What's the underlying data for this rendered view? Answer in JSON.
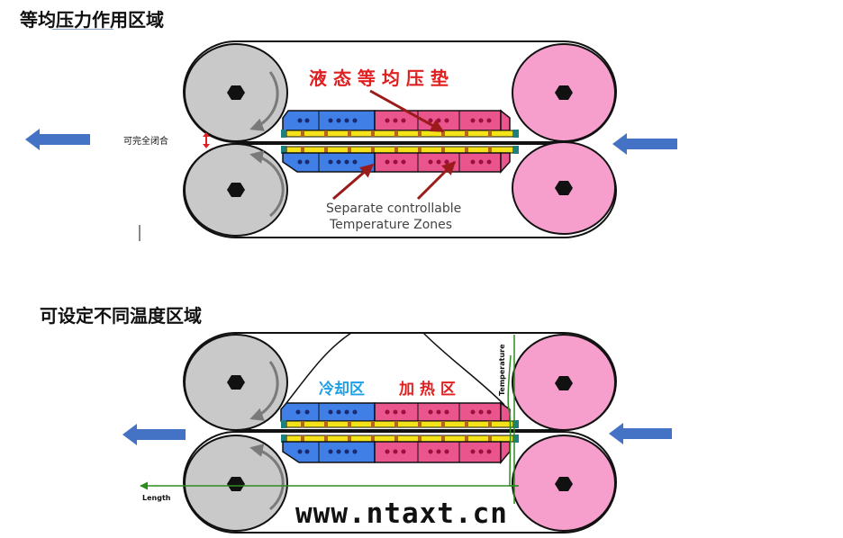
{
  "section1": {
    "title": "等均压力作用区域",
    "pad_label": "液 态 等 均 压 垫",
    "closure_label": "可完全闭合",
    "zones_label_line1": "Separate controllable",
    "zones_label_line2": "Temperature Zones"
  },
  "section2": {
    "title": "可设定不同温度区域",
    "cooling_label": "冷却区",
    "heating_label": "加 热 区",
    "temperature_axis_label": "Temperature",
    "length_axis_label": "Length"
  },
  "watermark": "www.ntaxt.cn",
  "colors": {
    "cold_roller": "#c9c9c9",
    "hot_roller": "#f79fcc",
    "cold_zone": "#3f7fe6",
    "hot_zone": "#e9558c",
    "heater_bar": "#f5e31a",
    "label_red": "#e02020",
    "label_blue": "#1ea0e6",
    "arrow_blue": "#4472c4",
    "pointer_arrow": "#9b1b1b",
    "curve_green": "#2e8b20"
  }
}
